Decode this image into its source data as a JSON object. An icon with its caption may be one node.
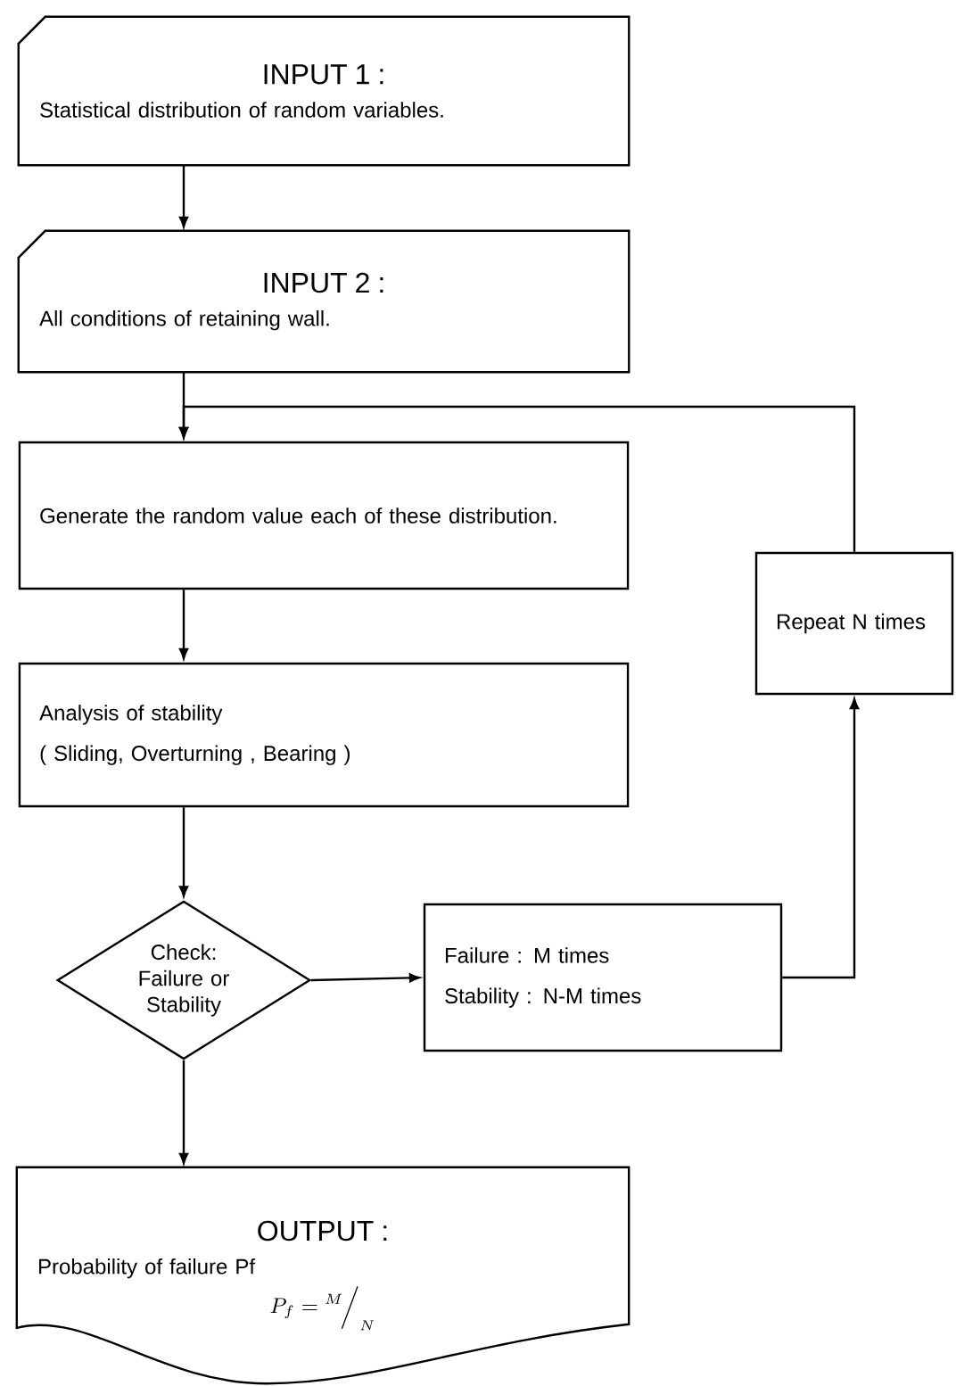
{
  "diagram": {
    "nodes": [
      {
        "text": [
          "INPUT 1 :",
          "Statistical distribution of random variables."
        ]
      },
      {
        "text": [
          "INPUT 2 :",
          "All conditions of retaining wall."
        ]
      },
      {
        "text": [
          "Generate the random value each of these distribution."
        ]
      },
      {
        "text": [
          "Analysis of stability",
          "( Sliding, Overturning , Bearing )"
        ]
      },
      {
        "text": [
          "Check: Failure or Stability"
        ]
      },
      {
        "text": [
          "Failure : M times",
          "Stability : N-M times"
        ]
      },
      {
        "text": [
          "Repeat N times"
        ]
      },
      {
        "text": [
          "OUTPUT :",
          "Probability of failure Pf",
          "P_f = {}^{M}\\!\\Big/_{N}"
        ]
      }
    ],
    "edges": [
      {
        "from": 0,
        "to": 1,
        "arrow": "to"
      },
      {
        "from": 1,
        "to": 2,
        "arrow": "to"
      },
      {
        "from": 2,
        "to": 3,
        "arrow": "to"
      },
      {
        "from": 3,
        "to": 4,
        "arrow": "to"
      },
      {
        "from": 4,
        "to": 5,
        "arrow": "to"
      },
      {
        "from": 5,
        "to": 6,
        "arrow": "to"
      },
      {
        "from": 6,
        "to": 2,
        "arrow": "to"
      },
      {
        "from": 4,
        "to": 7,
        "arrow": "to"
      }
    ]
  }
}
